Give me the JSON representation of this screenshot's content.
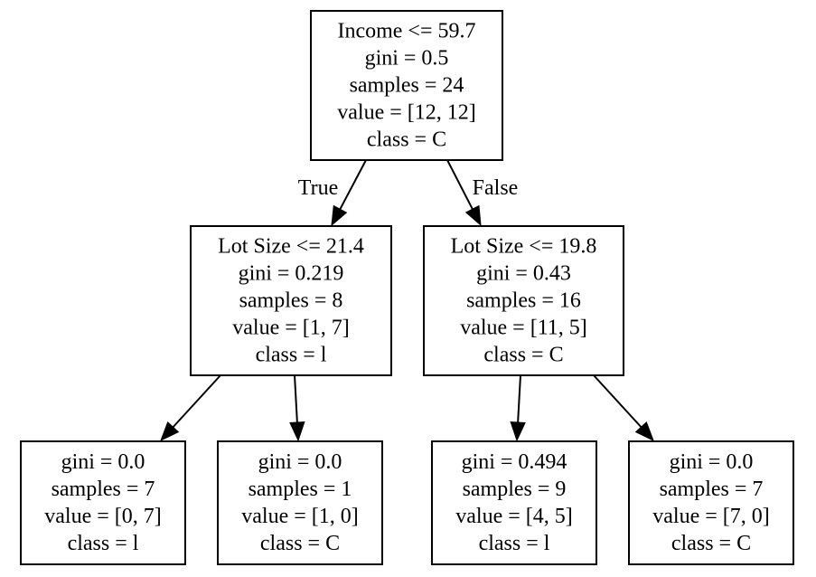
{
  "tree": {
    "nodes": [
      {
        "id": "root",
        "lines": [
          "Income <= 59.7",
          "gini = 0.5",
          "samples = 24",
          "value = [12, 12]",
          "class = C"
        ]
      },
      {
        "id": "left",
        "lines": [
          "Lot Size <= 21.4",
          "gini = 0.219",
          "samples = 8",
          "value = [1, 7]",
          "class = l"
        ]
      },
      {
        "id": "right",
        "lines": [
          "Lot Size <= 19.8",
          "gini = 0.43",
          "samples = 16",
          "value = [11, 5]",
          "class = C"
        ]
      },
      {
        "id": "left-left",
        "lines": [
          "gini = 0.0",
          "samples = 7",
          "value = [0, 7]",
          "class = l"
        ]
      },
      {
        "id": "left-right",
        "lines": [
          "gini = 0.0",
          "samples = 1",
          "value = [1, 0]",
          "class = C"
        ]
      },
      {
        "id": "right-left",
        "lines": [
          "gini = 0.494",
          "samples = 9",
          "value = [4, 5]",
          "class = l"
        ]
      },
      {
        "id": "right-right",
        "lines": [
          "gini = 0.0",
          "samples = 7",
          "value = [7, 0]",
          "class = C"
        ]
      }
    ],
    "edges": [
      {
        "from": "root",
        "to": "left",
        "label": "True"
      },
      {
        "from": "root",
        "to": "right",
        "label": "False"
      },
      {
        "from": "left",
        "to": "left-left",
        "label": ""
      },
      {
        "from": "left",
        "to": "left-right",
        "label": ""
      },
      {
        "from": "right",
        "to": "right-left",
        "label": ""
      },
      {
        "from": "right",
        "to": "right-right",
        "label": ""
      }
    ]
  }
}
